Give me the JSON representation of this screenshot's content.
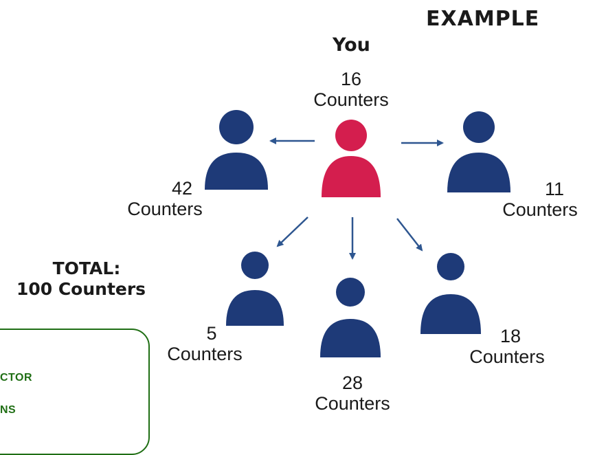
{
  "title": "EXAMPLE",
  "you_label": "You",
  "total": {
    "line1": "TOTAL:",
    "line2": "100 Counters"
  },
  "people": {
    "you": {
      "number": "16",
      "unit": "Counters",
      "color": "#d41e4e"
    },
    "left": {
      "number": "42",
      "unit": "Counters",
      "color": "#1e3a78"
    },
    "right": {
      "number": "11",
      "unit": "Counters",
      "color": "#1e3a78"
    },
    "bottom_left": {
      "number": "5",
      "unit": "Counters",
      "color": "#1e3a78"
    },
    "bottom_mid": {
      "number": "28",
      "unit": "Counters",
      "color": "#1e3a78"
    },
    "bottom_right": {
      "number": "18",
      "unit": "Counters",
      "color": "#1e3a78"
    }
  },
  "note": {
    "line1": "CTOR",
    "line2": "NS"
  },
  "colors": {
    "you": "#d41e4e",
    "others": "#1e3a78",
    "arrows": "#2e5690",
    "note": "#1f6e14"
  }
}
